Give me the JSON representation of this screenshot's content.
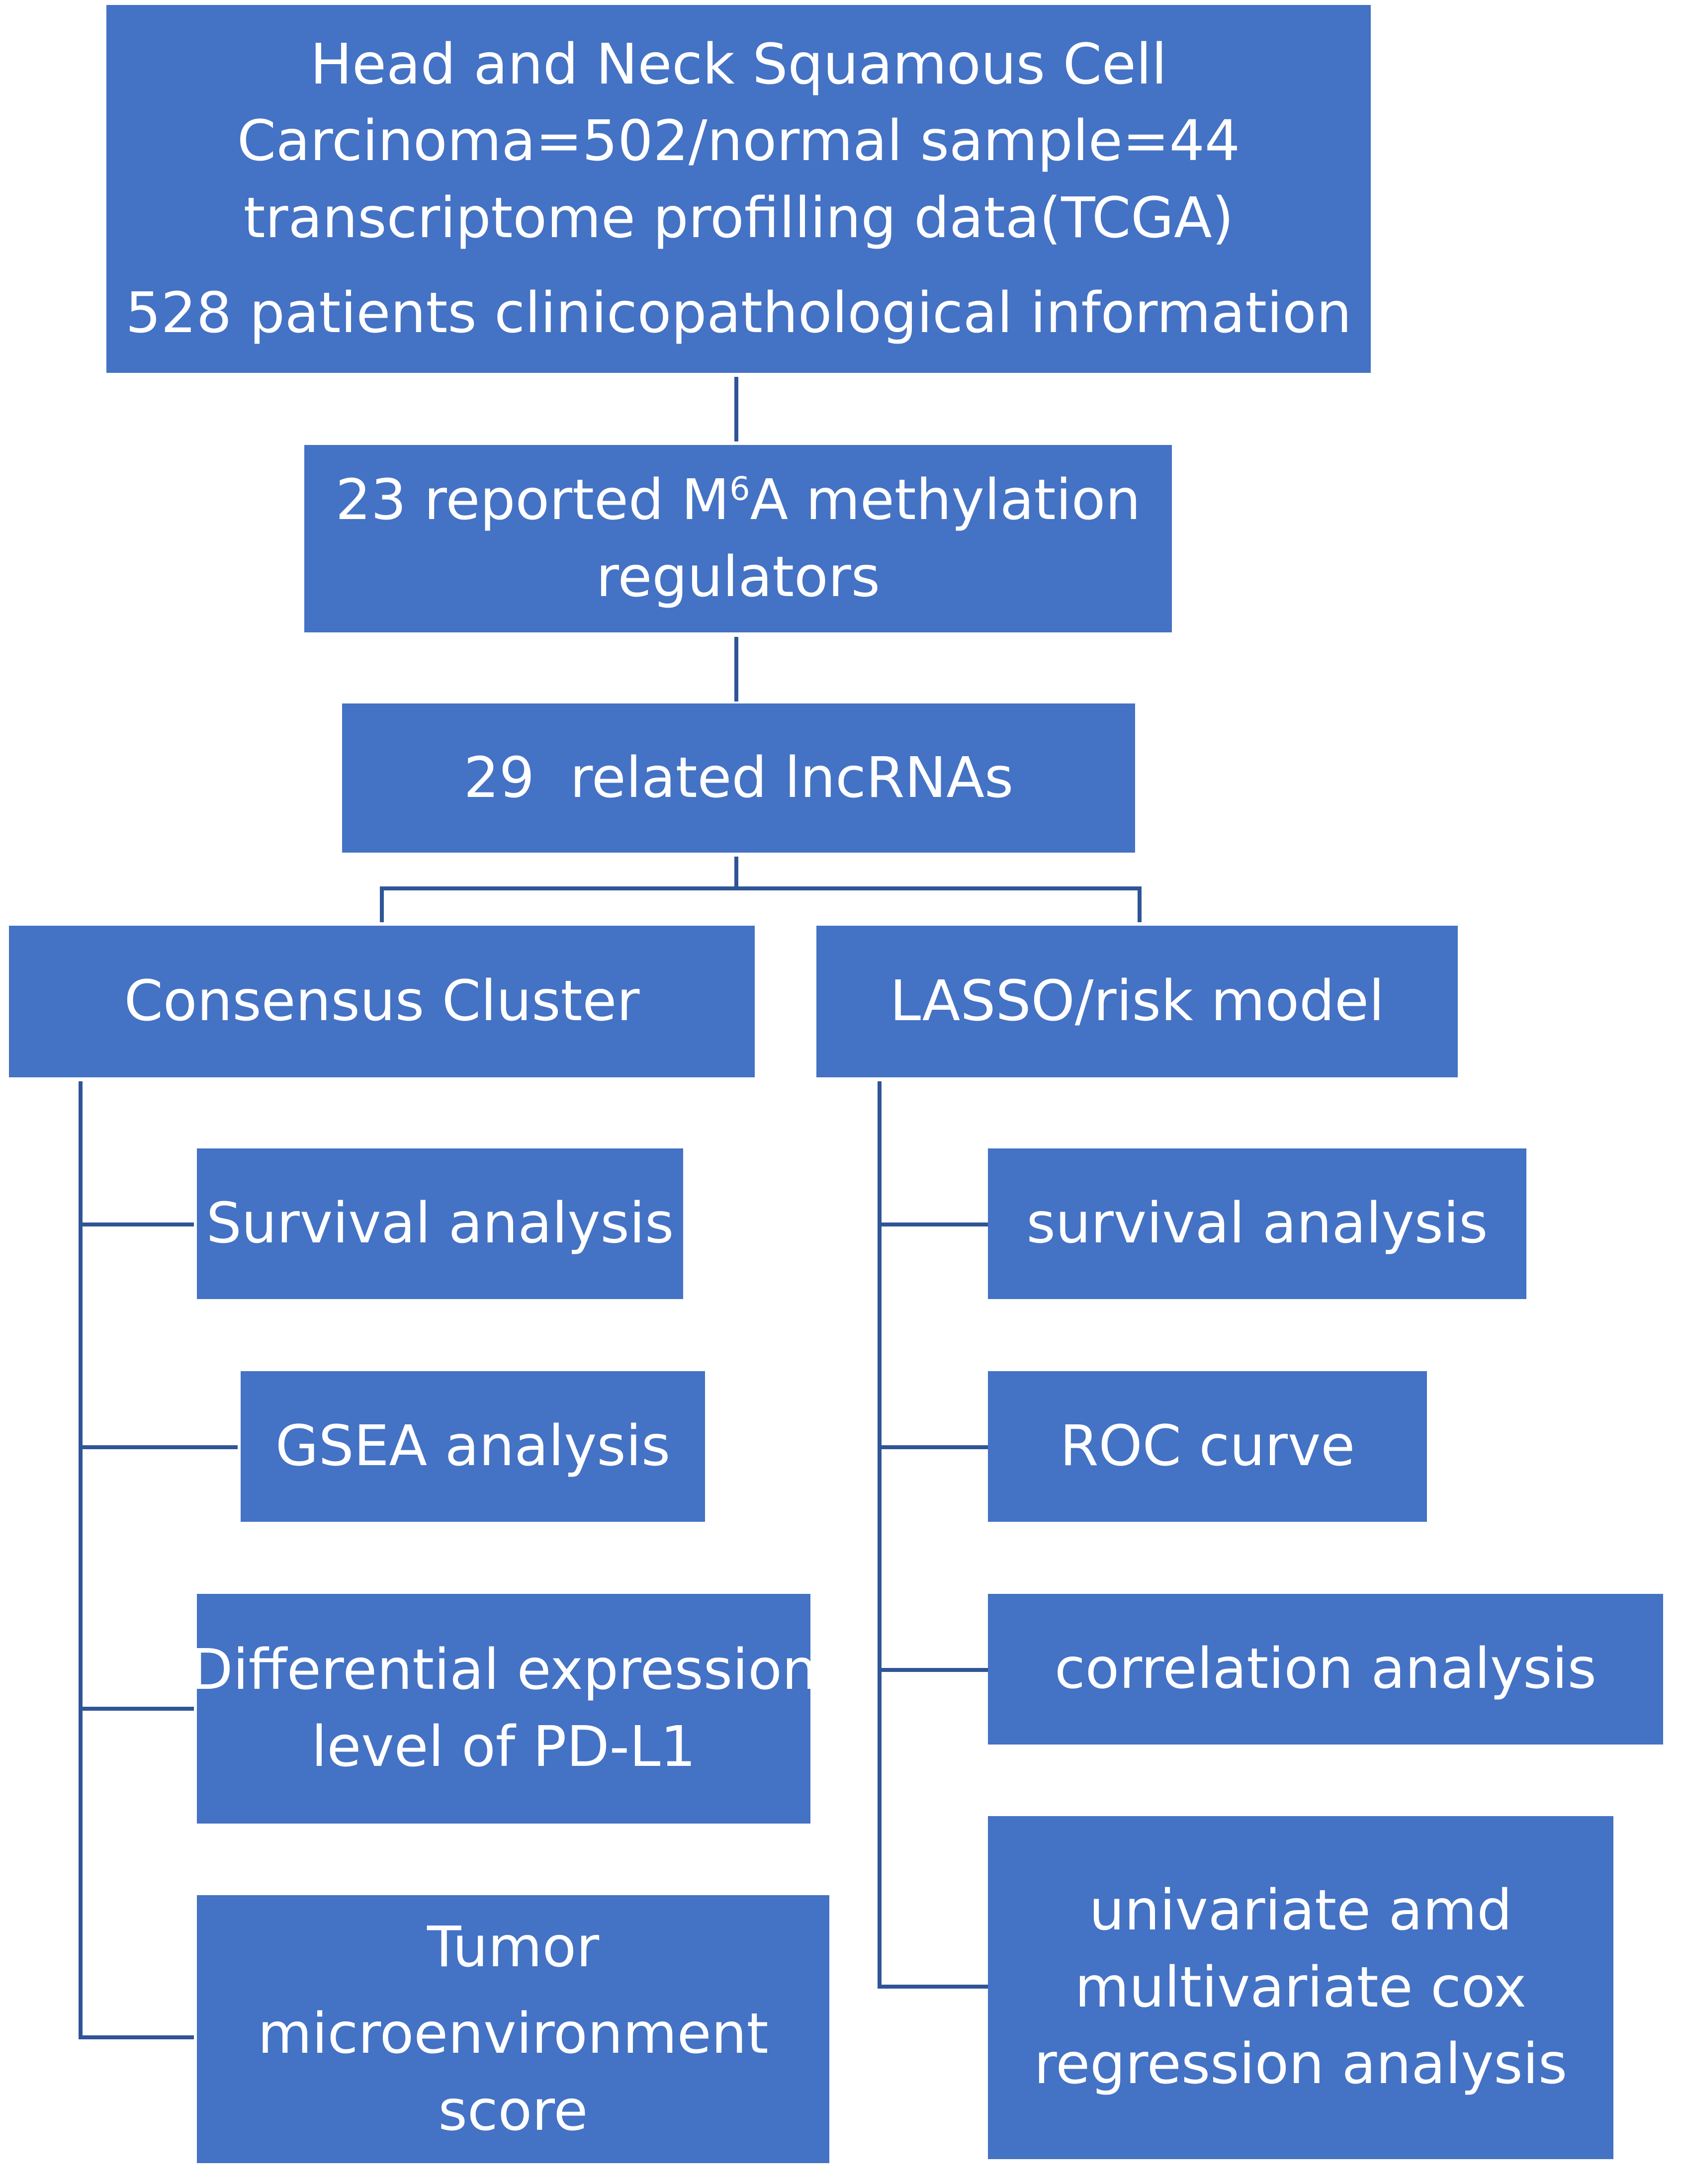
{
  "nodes": {
    "source": {
      "lines": [
        "Head and Neck Squamous Cell",
        "Carcinoma=502/normal sample=44",
        "transcriptome profilling data(TCGA)",
        "528 patients clinicopathological information"
      ]
    },
    "regulators": {
      "prefix": "23 reported M",
      "superscript": "6",
      "suffix": "A methylation",
      "line2": "regulators"
    },
    "lncrnas": {
      "label": "29  related lncRNAs"
    },
    "consensus": {
      "label": "Consensus Cluster"
    },
    "lasso": {
      "label": "LASSO/risk model"
    },
    "consensus_children": {
      "survival": "Survival analysis",
      "gsea": "GSEA analysis",
      "pdl1": [
        "Differential expression",
        "level of PD-L1"
      ],
      "tme": [
        "Tumor",
        "microenvironment",
        "score"
      ]
    },
    "lasso_children": {
      "survival": "survival analysis",
      "roc": "ROC curve",
      "correlation": "correlation analysis",
      "cox": [
        "univariate amd",
        "multivariate cox",
        "regression analysis"
      ]
    }
  },
  "colors": {
    "box_fill": "#4472C4",
    "box_text": "#FFFFFF",
    "connector": "#2F5597",
    "background": "#FFFFFF"
  }
}
